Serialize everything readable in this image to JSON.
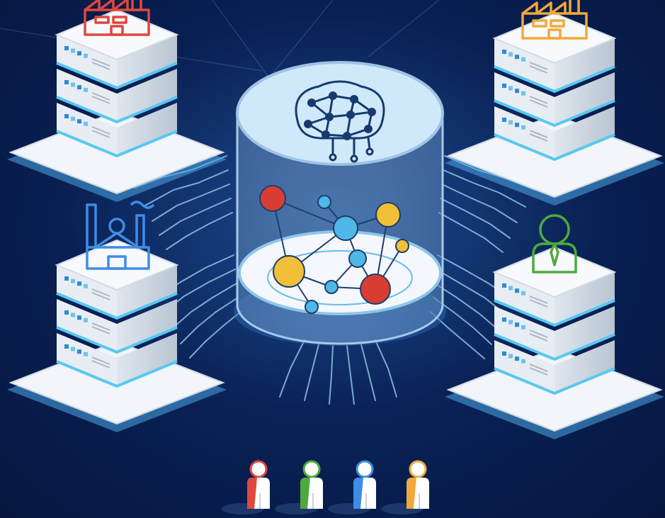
{
  "colors": {
    "background": "#0a2257",
    "circuit": "#9fd6f2",
    "server_body": "#eef2f7",
    "server_glow": "#58c8f0",
    "factory_red": "#e0473d",
    "factory_orange": "#f0a93a",
    "plant_blue": "#3d8de6",
    "person_green": "#4caa3c",
    "cylinder_lid": "#cfe9fb",
    "brain_icon": "#173a6e"
  },
  "servers": [
    {
      "position_name": "top-left",
      "icon": "factory-icon",
      "icon_color": "#e0473d"
    },
    {
      "position_name": "top-right",
      "icon": "factory-icon",
      "icon_color": "#f0a93a"
    },
    {
      "position_name": "bottom-left",
      "icon": "power-plant-icon",
      "icon_color": "#3d8de6"
    },
    {
      "position_name": "bottom-right",
      "icon": "person-icon",
      "icon_color": "#4caa3c"
    }
  ],
  "hub": {
    "icon": "brain-network-icon",
    "nodes": [
      {
        "color": "#d93c33"
      },
      {
        "color": "#4fb8e8"
      },
      {
        "color": "#f2c038"
      },
      {
        "color": "#4fb8e8"
      },
      {
        "color": "#f2c038"
      },
      {
        "color": "#4fb8e8"
      },
      {
        "color": "#4fb8e8"
      },
      {
        "color": "#d93c33"
      },
      {
        "color": "#4fb8e8"
      },
      {
        "color": "#f2c038"
      }
    ]
  },
  "users": [
    {
      "icon": "user-icon",
      "color": "#e0473d"
    },
    {
      "icon": "user-icon",
      "color": "#4caa3c"
    },
    {
      "icon": "user-icon",
      "color": "#3d8de6"
    },
    {
      "icon": "user-icon",
      "color": "#f0a93a"
    }
  ]
}
